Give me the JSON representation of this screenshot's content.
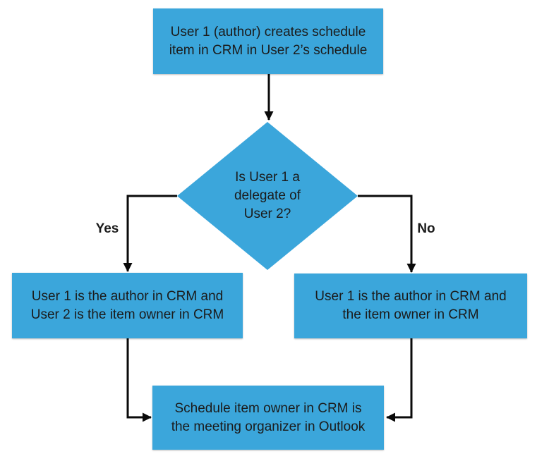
{
  "colors": {
    "node_fill": "#3BA6DB",
    "node_text": "#1B1B1B",
    "arrow": "#0A0A0A",
    "background": "#FFFFFF"
  },
  "nodes": {
    "start": {
      "text": "User 1 (author) creates schedule\nitem in CRM in User 2’s schedule"
    },
    "decision": {
      "text": "Is User 1 a\ndelegate of\nUser 2?"
    },
    "yes_branch": {
      "text": "User 1 is the author in CRM and\nUser 2 is the item owner in CRM"
    },
    "no_branch": {
      "text": "User 1 is the author in CRM and\nthe item owner in CRM"
    },
    "end": {
      "text": "Schedule item owner in CRM is\nthe meeting organizer in Outlook"
    }
  },
  "edge_labels": {
    "yes": "Yes",
    "no": "No"
  }
}
